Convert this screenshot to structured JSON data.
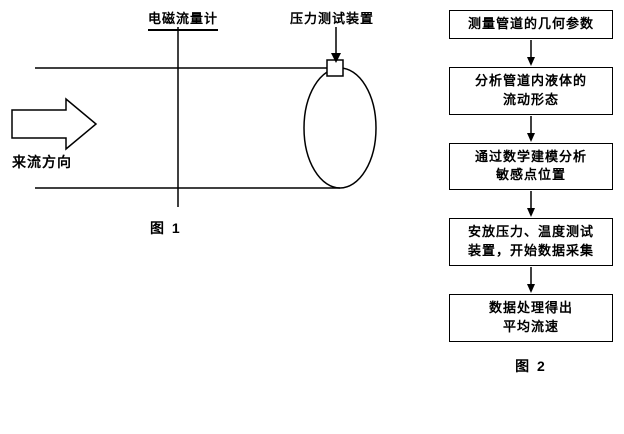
{
  "figure1": {
    "flowmeter_label": "电磁流量计",
    "pressure_label": "压力测试装置",
    "flow_direction_label": "来流方向",
    "caption": "图 1"
  },
  "figure2": {
    "steps": [
      {
        "text": "测量管道的几何参数"
      },
      {
        "text": "分析管道内液体的\n流动形态"
      },
      {
        "text": "通过数学建模分析\n敏感点位置"
      },
      {
        "text": "安放压力、温度测试\n装置，开始数据采集"
      },
      {
        "text": "数据处理得出\n平均流速"
      }
    ],
    "caption": "图 2"
  }
}
